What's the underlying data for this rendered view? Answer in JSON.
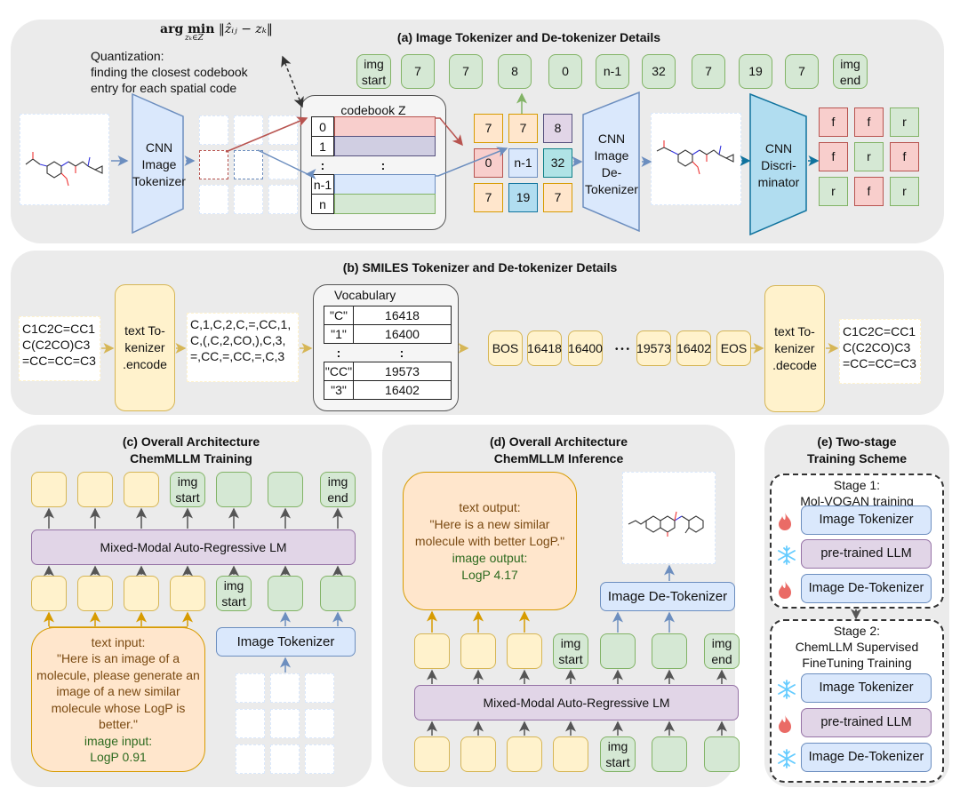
{
  "panel_a": {
    "title": "(a) Image Tokenizer and De-tokenizer Details",
    "formula_main": "arg min",
    "formula_sub": "zₖ∈Z",
    "formula_norm": "‖ẑᵢⱼ − zₖ‖",
    "quantization_lines": [
      "Quantization:",
      "finding the closest codebook",
      "entry for each spatial code"
    ],
    "cnn_tokenizer": [
      "CNN",
      "Image",
      "Tokenizer"
    ],
    "codebook_title": "codebook Z",
    "codebook_rows": [
      {
        "index": "0",
        "color": "#f8cecc",
        "border": "#b85450"
      },
      {
        "index": "1",
        "color": "#d0cee2",
        "border": "#56517e"
      },
      {
        "index": "n-1",
        "color": "#dae8fc",
        "border": "#6c8ebf"
      },
      {
        "index": "n",
        "color": "#d5e8d4",
        "border": "#82b366"
      }
    ],
    "codebook_dots": ":",
    "grid_codes": [
      [
        "7",
        "7",
        "8"
      ],
      [
        "0",
        "n-1",
        "32"
      ],
      [
        "7",
        "19",
        "7"
      ]
    ],
    "token_sequence": [
      "img start",
      "7",
      "7",
      "8",
      "0",
      "n-1",
      "32",
      "7",
      "19",
      "7",
      "img end"
    ],
    "cnn_detokenizer": [
      "CNN",
      "Image",
      "De-",
      "Tokenizer"
    ],
    "cnn_discriminator": [
      "CNN",
      "Discri-",
      "minator"
    ],
    "discriminator_output": [
      [
        "f",
        "f",
        "r"
      ],
      [
        "f",
        "r",
        "f"
      ],
      [
        "r",
        "f",
        "r"
      ]
    ]
  },
  "panel_b": {
    "title": "(b) SMILES Tokenizer and De-tokenizer Details",
    "smiles_input": [
      "C1C2C=CC1",
      "C(C2CO)C3",
      "=CC=CC=C3"
    ],
    "encoder": [
      "text To-",
      "kenizer",
      ".encode"
    ],
    "tokens": [
      "C,1,C,2,C,=,CC,1,",
      "C,(,C,2,CO,),C,3,",
      "=,CC,=,CC,=,C,3"
    ],
    "vocab_title": "Vocabulary",
    "vocab_top": [
      [
        "\"C\"",
        "16418"
      ],
      [
        "\"1\"",
        "16400"
      ]
    ],
    "vocab_bottom": [
      [
        "\"CC\"",
        "19573"
      ],
      [
        "\"3\"",
        "16402"
      ]
    ],
    "vocab_dots": ":",
    "id_sequence_left": [
      "BOS",
      "16418",
      "16400"
    ],
    "id_ellipsis": "• • •",
    "id_sequence_right": [
      "19573",
      "16402",
      "EOS"
    ],
    "decoder": [
      "text To-",
      "kenizer",
      ".decode"
    ],
    "smiles_output": [
      "C1C2C=CC1",
      "C(C2CO)C3",
      "=CC=CC=C3"
    ]
  },
  "panel_c": {
    "title": [
      "(c) Overall Architecture",
      "ChemMLLM Training"
    ],
    "top_tokens": [
      "",
      "",
      "",
      "img start",
      "",
      "",
      "img end"
    ],
    "lm_label": "Mixed-Modal Auto-Regressive LM",
    "bottom_tokens": [
      "",
      "",
      "",
      "",
      "img start",
      "",
      ""
    ],
    "image_tokenizer": "Image Tokenizer",
    "text_input_label": "text input:",
    "text_input_quote": "\"Here is an image of a molecule, please generate an image of a new similar molecule whose LogP is better.\"",
    "image_input_label": "image input:",
    "image_input_value": "LogP 0.91"
  },
  "panel_d": {
    "title": [
      "(d) Overall Architecture",
      "ChemMLLM Inference"
    ],
    "text_output_label": "text output:",
    "text_output_quote": "\"Here is a new similar molecule with better LogP.\"",
    "image_output_label": "image output:",
    "image_output_value": "LogP 4.17",
    "image_detokenizer": "Image De-Tokenizer",
    "top_tokens": [
      "",
      "",
      "",
      "img start",
      "",
      "",
      "img end"
    ],
    "lm_label": "Mixed-Modal Auto-Regressive LM",
    "bottom_tokens": [
      "",
      "",
      "",
      "",
      "img start",
      "",
      ""
    ]
  },
  "panel_e": {
    "title": [
      "(e) Two-stage",
      "Training Scheme"
    ],
    "stage1_title": [
      "Stage 1:",
      "Mol-VQGAN training"
    ],
    "stage1_items": [
      {
        "label": "Image Tokenizer",
        "state": "fire-icon"
      },
      {
        "label": "pre-trained LLM",
        "state": "snowflake-icon"
      },
      {
        "label": "Image De-Tokenizer",
        "state": "fire-icon"
      }
    ],
    "stage2_title": [
      "Stage 2:",
      "ChemLLM Supervised",
      "FineTuning Training"
    ],
    "stage2_items": [
      {
        "label": "Image Tokenizer",
        "state": "snowflake-icon"
      },
      {
        "label": "pre-trained LLM",
        "state": "fire-icon"
      },
      {
        "label": "Image De-Tokenizer",
        "state": "snowflake-icon"
      }
    ]
  },
  "colors": {
    "panel_bg": "#ebebeb",
    "green": "#d5e8d4",
    "green_border": "#82b366",
    "yellow": "#fff2cc",
    "yellow_border": "#d6b656",
    "orange": "#ffe6cc",
    "orange_border": "#d79b00",
    "red": "#f8cecc",
    "red_border": "#b85450",
    "purple": "#e1d5e7",
    "purple_border": "#9673a6",
    "blue": "#dae8fc",
    "blue_border": "#6c8ebf",
    "fire": "#ea6b66",
    "snow": "#66ccff"
  }
}
